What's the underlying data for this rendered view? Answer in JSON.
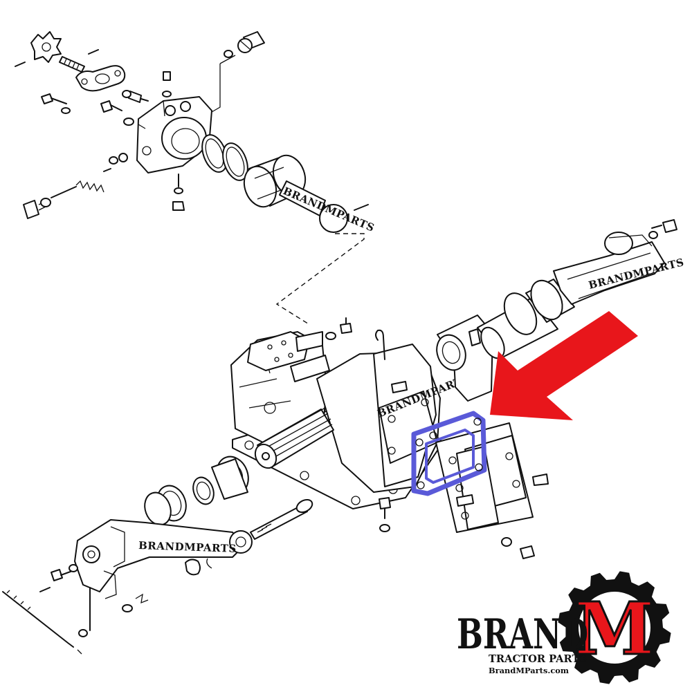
{
  "diagram": {
    "part_labels": [
      "BRANDMPARTS",
      "BRANDMPARTS",
      "BRANDMPARTS",
      "BRANDMPARTS"
    ]
  },
  "logo": {
    "brand": "BRAND",
    "letter": "M",
    "tagline": "TRACTOR PARTS",
    "url": "BrandMParts.com"
  },
  "colors": {
    "arrow": "#e8161b",
    "highlight": "#5a5ad8",
    "logo_red": "#e8161b",
    "logo_black": "#111111"
  }
}
